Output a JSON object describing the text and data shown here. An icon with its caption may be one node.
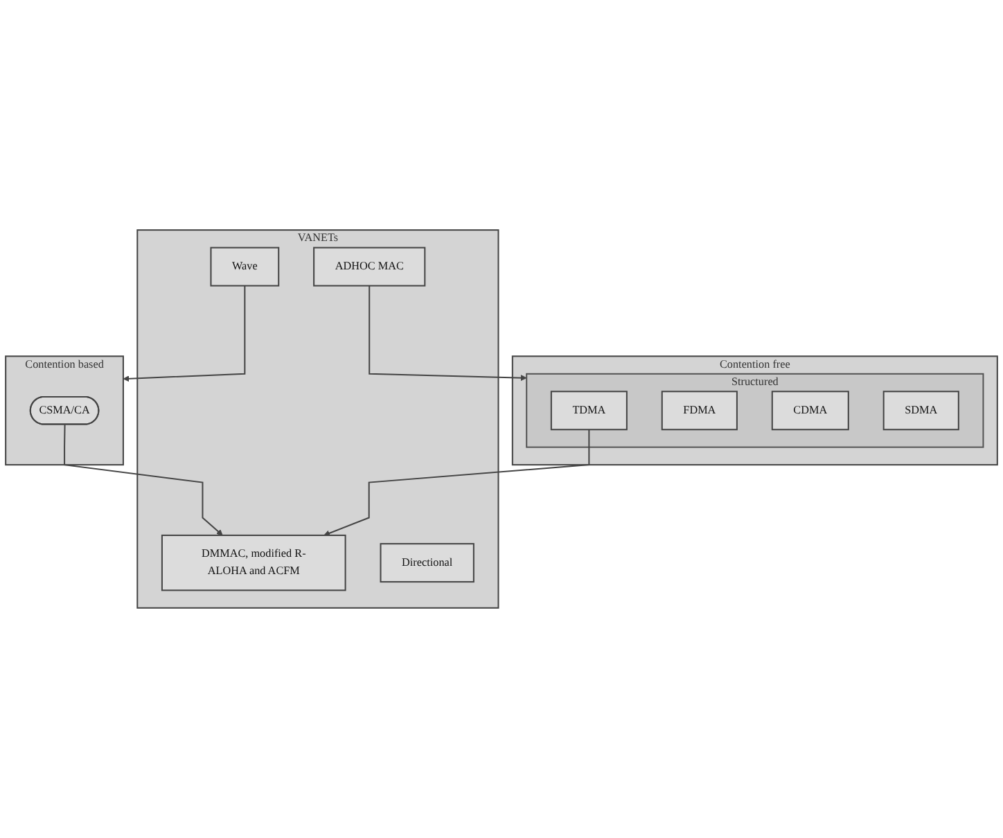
{
  "diagram": {
    "nodes": [
      {
        "text": [
          "Contention based"
        ]
      },
      {
        "text": [
          "CSMA/CA"
        ],
        "in": 0
      },
      {
        "text": [
          "Contention free"
        ]
      },
      {
        "text": [
          "Structured"
        ],
        "in": 2
      },
      {
        "text": [
          "TDMA"
        ],
        "in": 3
      },
      {
        "text": [
          "FDMA"
        ],
        "in": 3
      },
      {
        "text": [
          "CDMA"
        ],
        "in": 3
      },
      {
        "text": [
          "SDMA"
        ],
        "in": 3
      },
      {
        "text": [
          "VANETs"
        ]
      },
      {
        "text": [
          "ADHOC MAC"
        ],
        "in": 8
      },
      {
        "text": [
          "DMMAC, modified R-ALOHA and ACFM"
        ],
        "in": 8
      },
      {
        "text": [
          "Directional"
        ],
        "in": 8
      },
      {
        "text": [
          "Wave"
        ],
        "in": 8
      }
    ],
    "edges": [
      {
        "from": 9,
        "to": 3,
        "arrow": "to"
      },
      {
        "from": 1,
        "to": 10,
        "arrow": "to"
      },
      {
        "from": 4,
        "to": 10,
        "arrow": "to"
      },
      {
        "from": 12,
        "to": 0,
        "arrow": "to"
      }
    ]
  }
}
